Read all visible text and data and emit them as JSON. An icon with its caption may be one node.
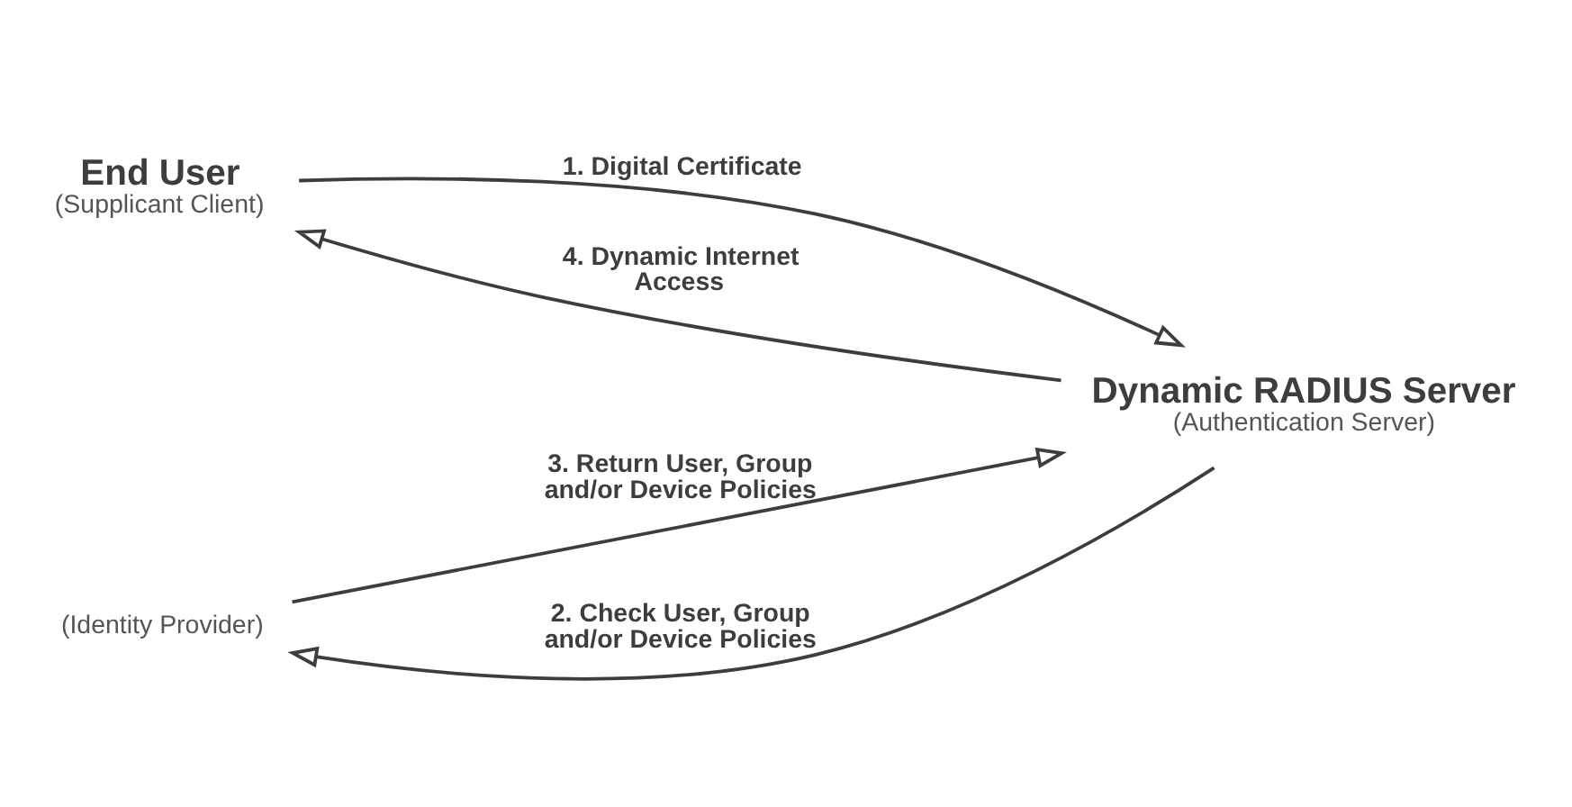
{
  "diagram": {
    "nodes": [
      {
        "text": [
          "End User",
          "(Supplicant Client)"
        ]
      },
      {
        "text": [
          "Dynamic RADIUS Server",
          "(Authentication Server)"
        ]
      },
      {
        "text": [
          "(Identity Provider)"
        ]
      }
    ],
    "edges": [
      {
        "from": 0,
        "to": 1,
        "arrow": "to",
        "label": "1. Digital Certificate"
      },
      {
        "from": 1,
        "to": 0,
        "arrow": "to",
        "label": "4. Dynamic Internet Access"
      },
      {
        "from": 2,
        "to": 1,
        "arrow": "to",
        "label": "3. Return User, Group and/or Device Policies"
      },
      {
        "from": 1,
        "to": 2,
        "arrow": "to",
        "label": "2. Check User, Group and/or Device Policies"
      }
    ]
  }
}
